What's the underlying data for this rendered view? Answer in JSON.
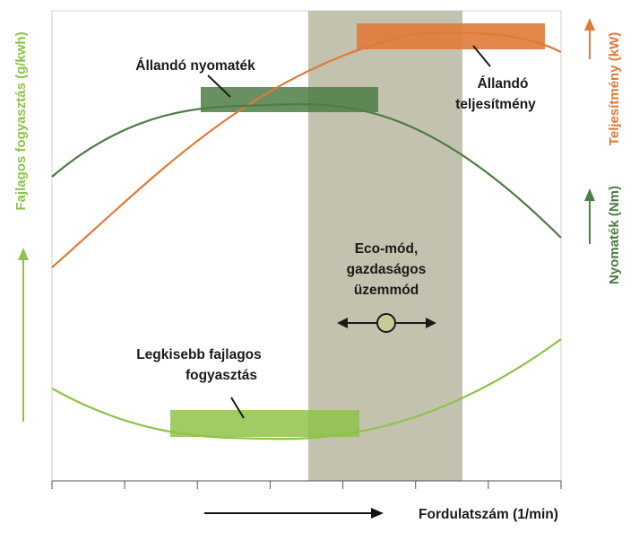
{
  "chart_data": {
    "type": "line",
    "title": "",
    "xlabel": "Fordulatszám (1/min)",
    "y_axes": {
      "left": "Fajlagos fogyasztás (g/kwh)",
      "right_top": "Teljesítmény (kW)",
      "right_bottom": "Nyomaték (Nm)"
    },
    "x_ticks": 8,
    "grid": false,
    "curves": [
      {
        "id": "teljesitmeny",
        "color": "#e07a3a"
      },
      {
        "id": "nyomatek",
        "color": "#4e7d45"
      },
      {
        "id": "fogyasztas",
        "color": "#8fc24a"
      }
    ],
    "eco_zone": {
      "label_lines": [
        "Eco-mód,",
        "gazdaságos",
        "üzemmód"
      ],
      "color": "#c3c2ae"
    },
    "bands": [
      {
        "id": "allando-nyomatek",
        "color": "#4e7d45"
      },
      {
        "id": "allando-teljesitmeny",
        "color": "#e07a3a"
      },
      {
        "id": "legkisebb-fogyasztas",
        "color": "#8fc24a"
      }
    ],
    "annotations": {
      "allando_nyomatek": "Állandó nyomaték",
      "allando_teljesitmeny": [
        "Állandó",
        "teljesítmény"
      ],
      "legkisebb_fogyasztas": [
        "Legkisebb fajlagos",
        "fogyasztás"
      ]
    }
  }
}
